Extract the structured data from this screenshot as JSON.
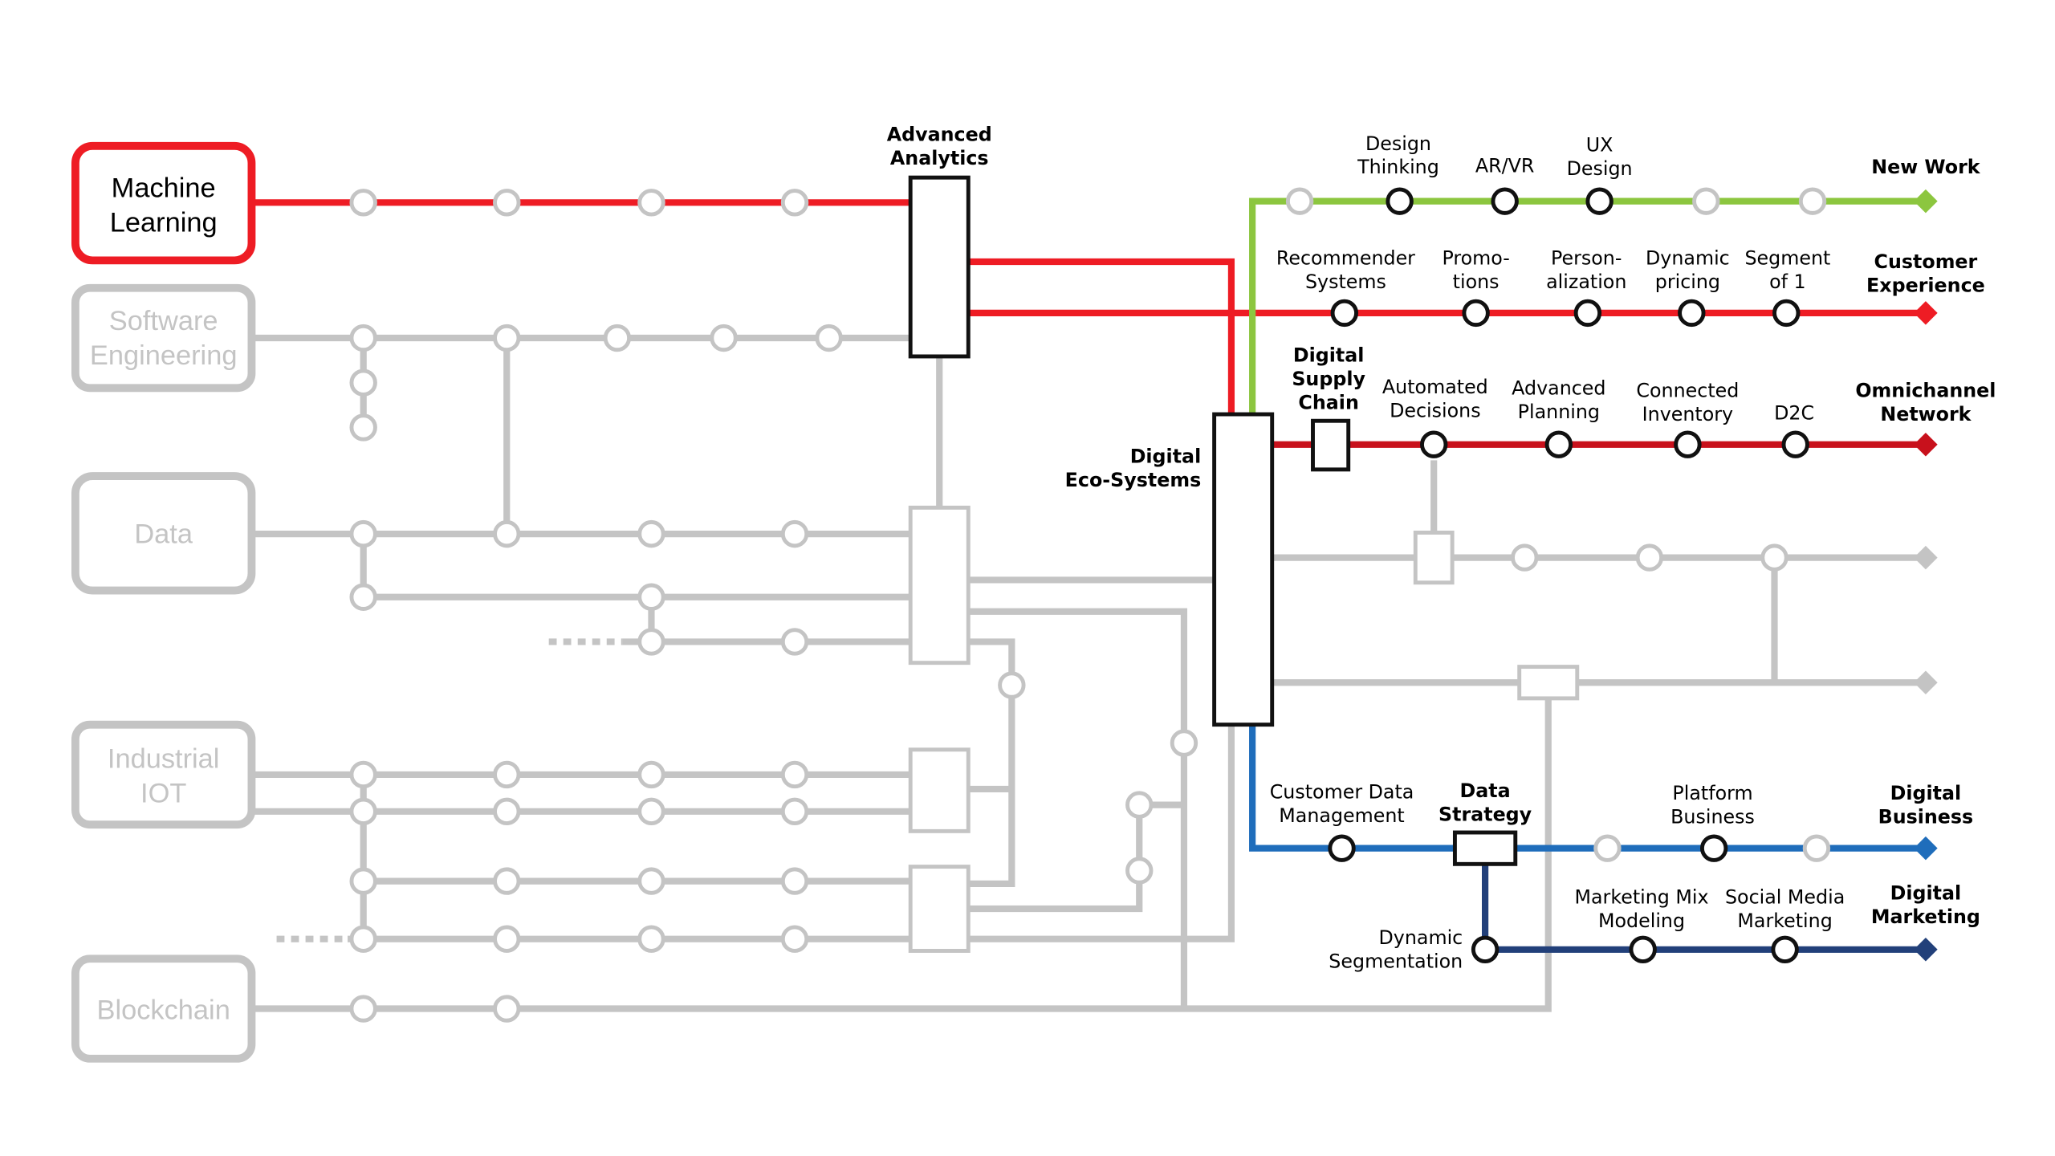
{
  "colors": {
    "gray": "#c4c4c4",
    "red": "#ee1c24",
    "dark_red": "#c8111c",
    "green": "#8cc63f",
    "blue": "#1f6dbb",
    "navy": "#22407a",
    "black": "#111111",
    "inactive_text": "#c4c4c4"
  },
  "sources": [
    {
      "id": "machine-learning",
      "lines": [
        "Machine",
        "Learning"
      ],
      "active": true
    },
    {
      "id": "software-engineering",
      "lines": [
        "Software",
        "Engineering"
      ],
      "active": false
    },
    {
      "id": "data",
      "lines": [
        "Data"
      ],
      "active": false
    },
    {
      "id": "industrial-iot",
      "lines": [
        "Industrial",
        "IOT"
      ],
      "active": false
    },
    {
      "id": "blockchain",
      "lines": [
        "Blockchain"
      ],
      "active": false
    }
  ],
  "hubs": {
    "advanced_analytics": [
      "Advanced",
      "Analytics"
    ],
    "digital_ecosystems": [
      "Digital",
      "Eco-Systems"
    ],
    "digital_supply_chain": [
      "Digital",
      "Supply",
      "Chain"
    ],
    "data_strategy": [
      "Data",
      "Strategy"
    ]
  },
  "lines": {
    "new_work": {
      "end_label": [
        "New Work"
      ],
      "stations": [
        [
          "Design",
          "Thinking"
        ],
        [
          "AR/VR"
        ],
        [
          "UX",
          "Design"
        ]
      ]
    },
    "customer_experience": {
      "end_label": [
        "Customer",
        "Experience"
      ],
      "stations": [
        [
          "Recommender",
          "Systems"
        ],
        [
          "Promo-",
          "tions"
        ],
        [
          "Person-",
          "alization"
        ],
        [
          "Dynamic",
          "pricing"
        ],
        [
          "Segment",
          "of 1"
        ]
      ]
    },
    "omnichannel_network": {
      "end_label": [
        "Omnichannel",
        "Network"
      ],
      "stations": [
        [
          "Automated",
          "Decisions"
        ],
        [
          "Advanced",
          "Planning"
        ],
        [
          "Connected",
          "Inventory"
        ],
        [
          "D2C"
        ]
      ]
    },
    "digital_business": {
      "end_label": [
        "Digital",
        "Business"
      ],
      "stations": [
        [
          "Customer Data",
          "Management"
        ],
        [
          "Platform",
          "Business"
        ]
      ]
    },
    "digital_marketing": {
      "end_label": [
        "Digital",
        "Marketing"
      ],
      "stations": [
        [
          "Dynamic",
          "Segmentation"
        ],
        [
          "Marketing Mix",
          "Modeling"
        ],
        [
          "Social Media",
          "Marketing"
        ]
      ]
    }
  }
}
